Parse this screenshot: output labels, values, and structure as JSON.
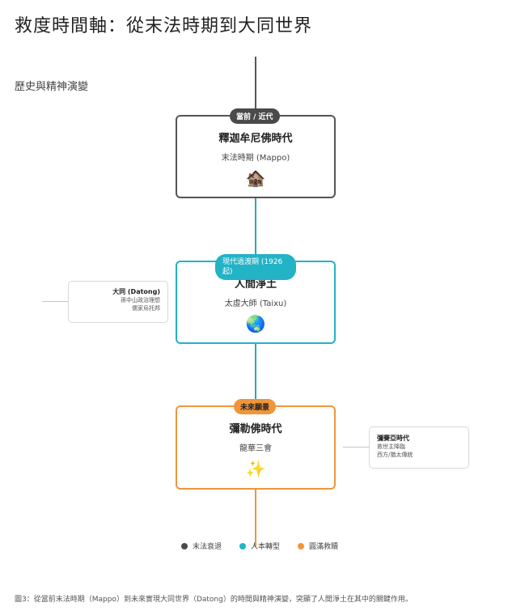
{
  "title": "救度時間軸：從末法時期到大同世界",
  "subtitle": "歷史與精神演變",
  "nodes": [
    {
      "badge": "當前 / 近代",
      "title": "釋迦牟尼佛時代",
      "subtitle": "末法時期 (Mappo)",
      "icon": "🏚️"
    },
    {
      "badge": "現代過渡期 (1926起)",
      "title": "人間淨土",
      "subtitle": "太虛大師 (Taixu)",
      "icon": "🌏"
    },
    {
      "badge": "未來願景",
      "title": "彌勒佛時代",
      "subtitle": "龍華三會",
      "icon": "✨"
    }
  ],
  "side_notes": [
    {
      "title": "大同 (Datong)",
      "lines": [
        "孫中山政治理想",
        "儒家烏托邦"
      ]
    },
    {
      "title": "彌賽亞時代",
      "lines": [
        "救世主降臨",
        "西方/猶太傳統"
      ]
    }
  ],
  "legend": [
    {
      "label": "末法衰退",
      "color": "#4a4a4a"
    },
    {
      "label": "人本轉型",
      "color": "#22b3c6"
    },
    {
      "label": "圓滿救贖",
      "color": "#f0953a"
    }
  ],
  "caption": "圖3：從當前末法時期（Mappo）到未來實現大同世界（Datong）的時間與精神演變，突顯了人間淨土在其中的關鍵作用。"
}
